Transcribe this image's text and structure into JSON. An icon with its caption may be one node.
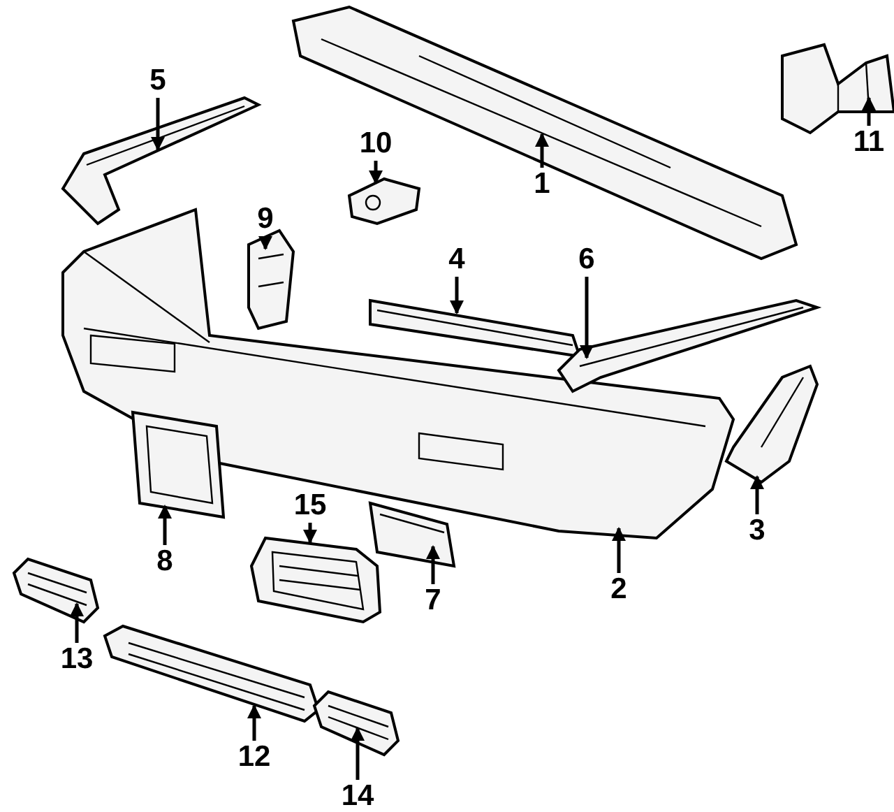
{
  "diagram": {
    "nodes": [
      {
        "text": [
          "1"
        ]
      },
      {
        "text": [
          "2"
        ]
      },
      {
        "text": [
          "3"
        ]
      },
      {
        "text": [
          "4"
        ]
      },
      {
        "text": [
          "5"
        ]
      },
      {
        "text": [
          "6"
        ]
      },
      {
        "text": [
          "7"
        ]
      },
      {
        "text": [
          "8"
        ]
      },
      {
        "text": [
          "9"
        ]
      },
      {
        "text": [
          "10"
        ]
      },
      {
        "text": [
          "11"
        ]
      },
      {
        "text": [
          "12"
        ]
      },
      {
        "text": [
          "13"
        ]
      },
      {
        "text": [
          "14"
        ]
      },
      {
        "text": [
          "15"
        ]
      },
      {
        "text": [],
        "shape": "picture"
      },
      {
        "text": [],
        "shape": "picture"
      },
      {
        "text": [],
        "shape": "picture"
      },
      {
        "text": [],
        "shape": "picture"
      },
      {
        "text": [],
        "shape": "picture"
      },
      {
        "text": [],
        "shape": "picture"
      },
      {
        "text": [],
        "shape": "picture"
      },
      {
        "text": [],
        "shape": "picture"
      },
      {
        "text": [],
        "shape": "picture"
      },
      {
        "text": [],
        "shape": "picture"
      },
      {
        "text": [],
        "shape": "picture"
      },
      {
        "text": [],
        "shape": "picture"
      },
      {
        "text": [],
        "shape": "picture"
      },
      {
        "text": [],
        "shape": "picture"
      },
      {
        "text": [],
        "shape": "picture"
      }
    ],
    "edges": [
      {
        "from": 0,
        "to": 15,
        "arrow": "to"
      },
      {
        "from": 1,
        "to": 16,
        "arrow": "to"
      },
      {
        "from": 2,
        "to": 17,
        "arrow": "to"
      },
      {
        "from": 3,
        "to": 18,
        "arrow": "to"
      },
      {
        "from": 4,
        "to": 19,
        "arrow": "to"
      },
      {
        "from": 5,
        "to": 20,
        "arrow": "to"
      },
      {
        "from": 6,
        "to": 21,
        "arrow": "to"
      },
      {
        "from": 7,
        "to": 22,
        "arrow": "to"
      },
      {
        "from": 8,
        "to": 23,
        "arrow": "to"
      },
      {
        "from": 9,
        "to": 24,
        "arrow": "to"
      },
      {
        "from": 10,
        "to": 25,
        "arrow": "to"
      },
      {
        "from": 11,
        "to": 26,
        "arrow": "to"
      },
      {
        "from": 12,
        "to": 27,
        "arrow": "to"
      },
      {
        "from": 13,
        "to": 28,
        "arrow": "to"
      },
      {
        "from": 14,
        "to": 29,
        "arrow": "to"
      }
    ]
  }
}
